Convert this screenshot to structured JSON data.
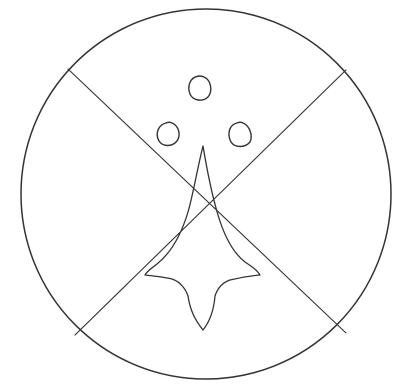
{
  "figure": {
    "elements": [
      "outer-circle",
      "diagonal-line-left-to-right",
      "diagonal-line-right-to-left",
      "dot-top",
      "dot-left",
      "dot-right",
      "trefoil-emblem"
    ],
    "colors": {
      "stroke": "#333333",
      "background": "#ffffff"
    }
  }
}
